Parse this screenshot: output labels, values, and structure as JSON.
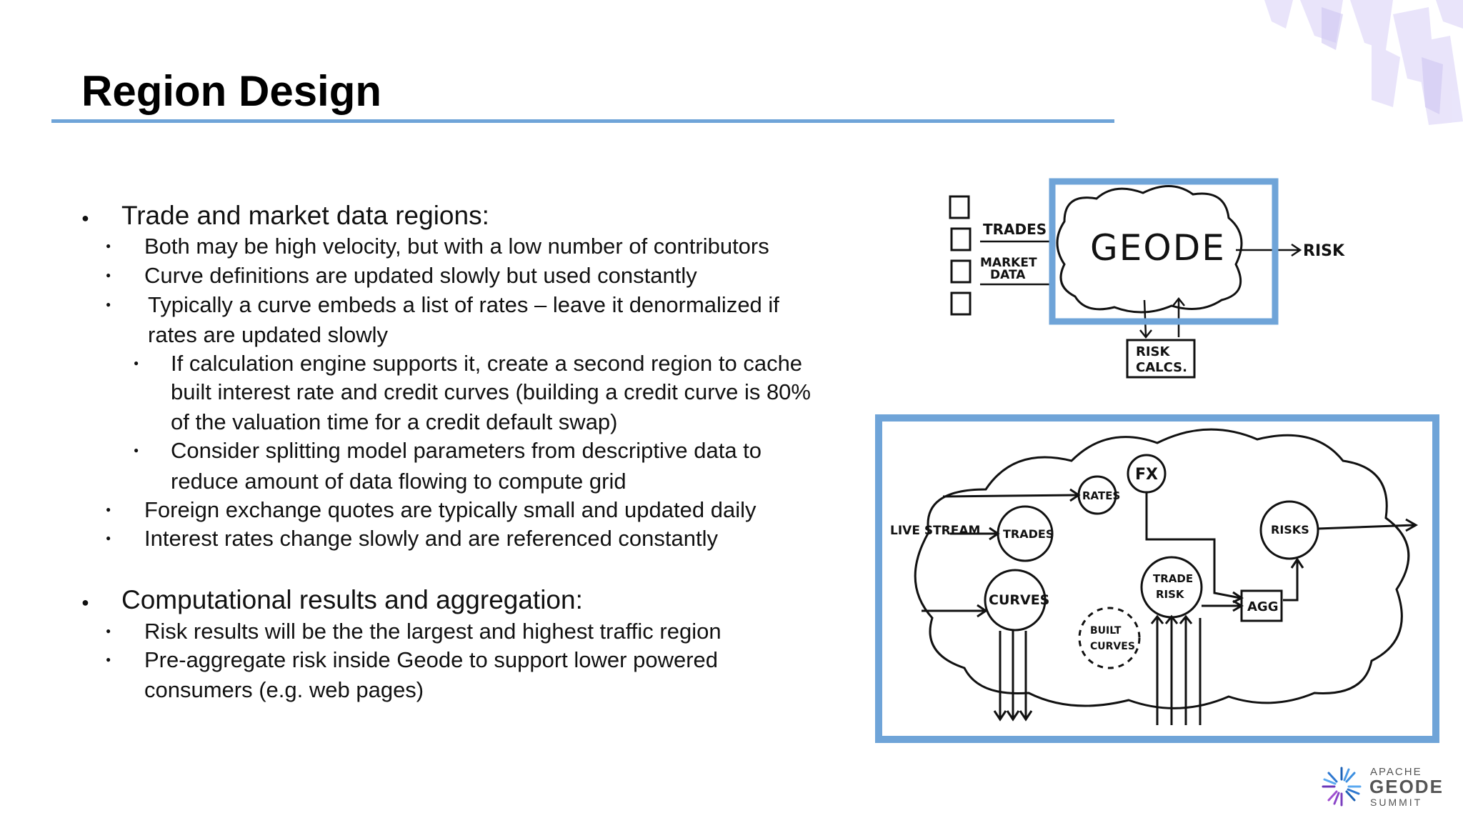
{
  "slide": {
    "title": "Region Design"
  },
  "bullets": {
    "b1": "Trade and market data regions:",
    "b1_1": "Both may be high velocity, but with a low number of contributors",
    "b1_2": "Curve definitions are updated slowly but used constantly",
    "b1_3a": "Typically a curve embeds a list of rates – leave it denormalized if",
    "b1_3b": "rates are updated slowly",
    "b1_3_1a": "If calculation engine supports it, create a second region to cache",
    "b1_3_1b": "built interest rate and credit curves (building a credit curve is 80%",
    "b1_3_1c": "of the valuation time for a credit default swap)",
    "b1_3_2a": "Consider splitting model parameters from descriptive data to",
    "b1_3_2b": "reduce amount of data flowing to compute grid",
    "b1_4": "Foreign exchange quotes are typically small and updated daily",
    "b1_5": "Interest rates change slowly and are referenced constantly",
    "b2": "Computational results and aggregation:",
    "b2_1": "Risk results will be the the largest and highest traffic region",
    "b2_2a": "Pre-aggregate risk inside Geode to support lower powered",
    "b2_2b": "consumers (e.g. web pages)"
  },
  "diagram_top": {
    "trades": "TRADES",
    "market": "MARKET",
    "data": "DATA",
    "geode": "GEODE",
    "risk": "RISK",
    "risk_calcs_1": "RISK",
    "risk_calcs_2": "CALCS."
  },
  "diagram_bottom": {
    "live_stream": "LIVE STREAM",
    "rates": "RATES",
    "fx": "FX",
    "trades": "TRADES",
    "risks": "RISKS",
    "curves": "CURVES",
    "trade": "TRADE",
    "risk": "RISK",
    "agg": "AGG",
    "built": "BUILT",
    "curves2": "CURVES"
  },
  "logo": {
    "apache": "APACHE",
    "geode": "GEODE",
    "summit": "SUMMIT"
  },
  "colors": {
    "accent_blue": "#6fa4d8",
    "frame_blue": "#6fa4d8"
  },
  "icons": {
    "bullet": "bullet-dot-icon",
    "logo": "geode-burst-icon"
  }
}
